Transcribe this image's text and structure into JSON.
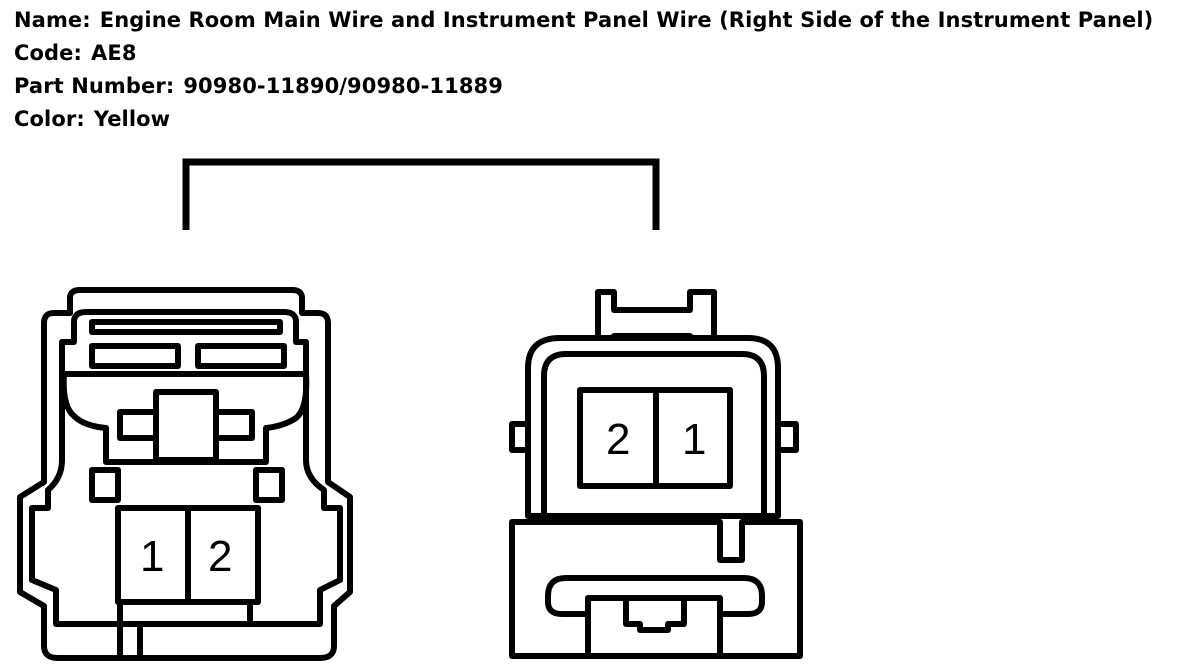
{
  "header": {
    "name_label": "Name:",
    "name_value": "Engine Room Main Wire and Instrument Panel Wire (Right Side of the Instrument Panel)",
    "code_label": "Code:",
    "code_value": "AE8",
    "part_label": "Part Number:",
    "part_value": "90980-11890/90980-11889",
    "color_label": "Color:",
    "color_value": "Yellow"
  },
  "connectors": {
    "left": {
      "pins": [
        "1",
        "2"
      ]
    },
    "right": {
      "pins": [
        "2",
        "1"
      ]
    }
  },
  "colors": {
    "stroke": "#000000",
    "background": "#ffffff"
  }
}
